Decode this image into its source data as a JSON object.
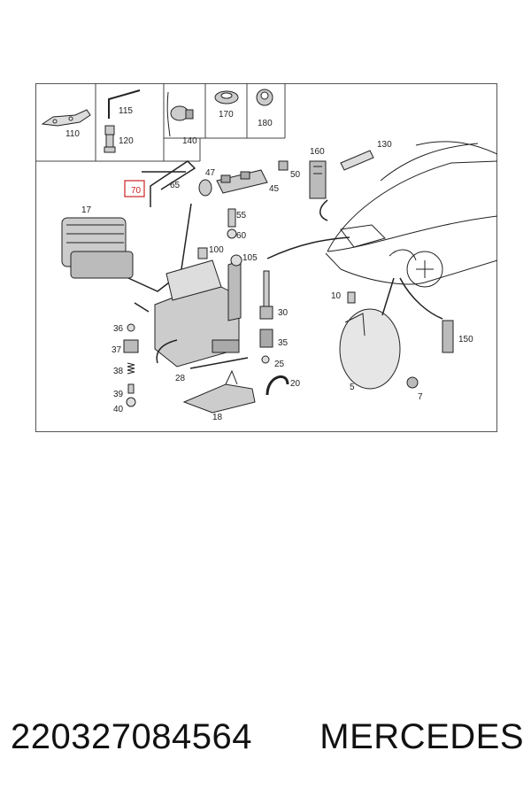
{
  "diagram": {
    "callouts": {
      "110": "110",
      "115": "115",
      "120": "120",
      "140": "140",
      "170": "170",
      "180": "180",
      "160": "160",
      "130": "130",
      "70": "70",
      "65": "65",
      "47": "47",
      "45": "45",
      "50": "50",
      "55": "55",
      "60": "60",
      "17": "17",
      "100": "100",
      "105": "105",
      "10": "10",
      "30": "30",
      "36": "36",
      "37": "37",
      "35": "35",
      "38": "38",
      "25": "25",
      "28": "28",
      "20": "20",
      "39": "39",
      "40": "40",
      "18": "18",
      "5": "5",
      "7": "7",
      "150": "150"
    },
    "highlight_color": "#cc2222",
    "line_color": "#222222"
  },
  "caption": {
    "part_number": "220327084564",
    "brand": "MERCEDES"
  }
}
